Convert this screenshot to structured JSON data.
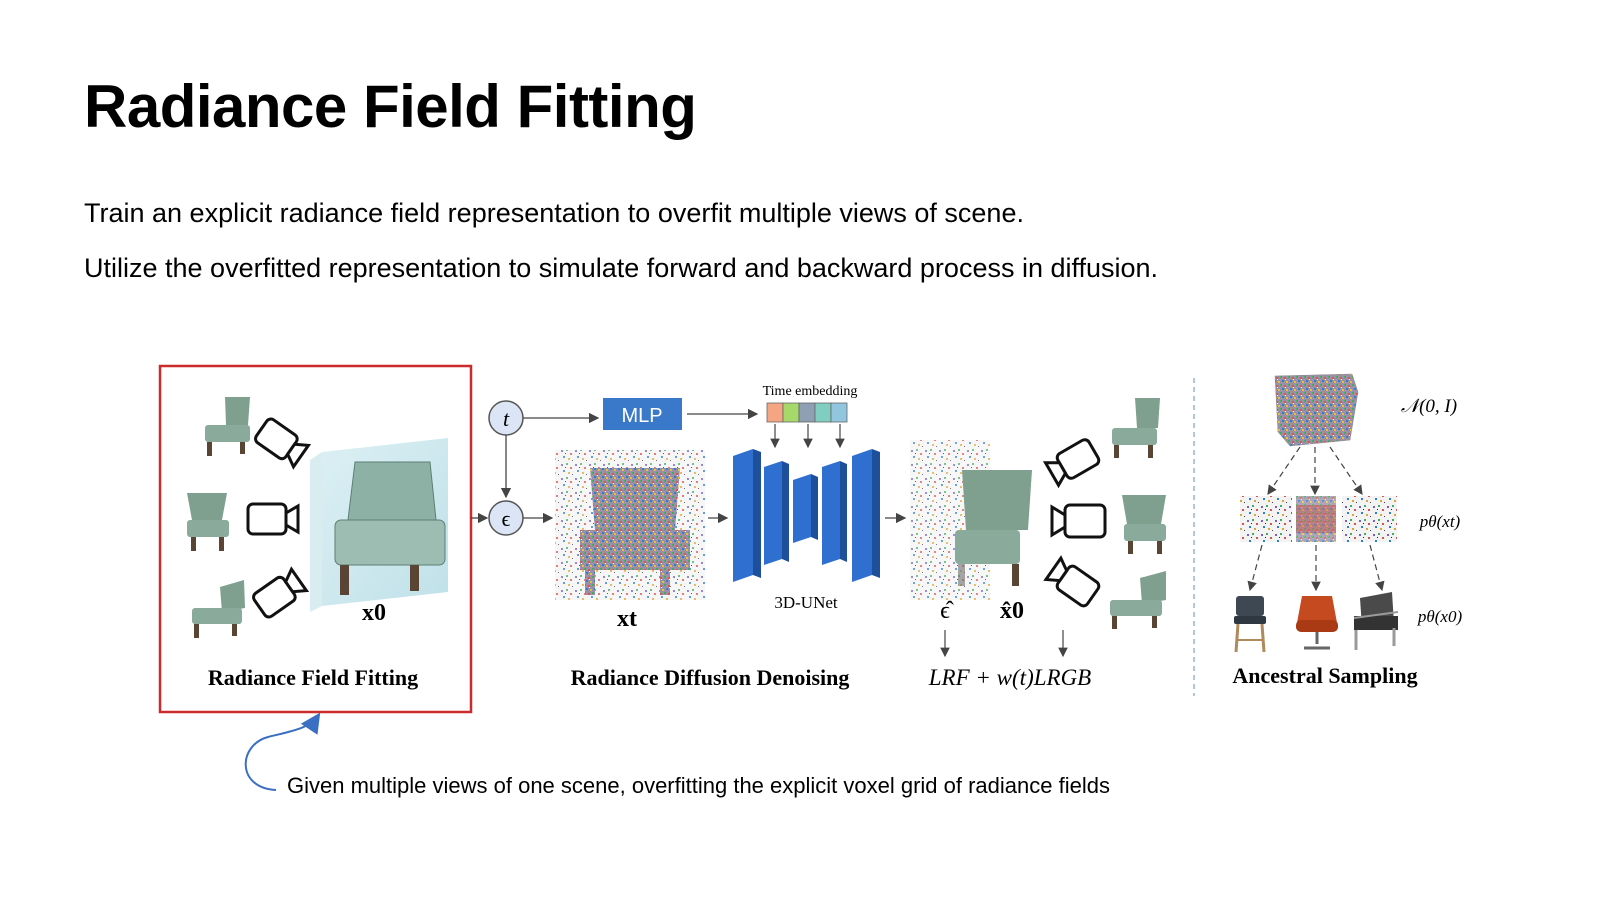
{
  "slide": {
    "title": "Radiance Field Fitting",
    "bullets": [
      "Train an explicit radiance field representation to overfit multiple views of scene.",
      "Utilize the overfitted representation to simulate forward and backward process in diffusion."
    ],
    "caption": "Given multiple views of one scene, overfitting the explicit voxel grid of radiance fields"
  },
  "figure": {
    "panel_fitting_label": "Radiance Field Fitting",
    "panel_denoising_label": "Radiance Diffusion Denoising",
    "panel_sampling_label": "Ancestral Sampling",
    "x0_label": "x0",
    "xt_label": "xt",
    "t_symbol": "t",
    "eps_symbol": "ϵ",
    "mlp_label": "MLP",
    "time_embedding_label": "Time embedding",
    "unet_label": "3D-UNet",
    "eps_hat_label": "ϵ̂",
    "x0_hat_label": "x̂0",
    "loss_label": "LRF + w(t)LRGB",
    "normal_label": "𝒩(0, I)",
    "p_xt_label": "pθ(xt)",
    "p_x0_label": "pθ(x0)",
    "colors": {
      "highlight_box": "#cc2b2b",
      "mlp_blue": "#3a78c9",
      "unet_blue": "#2e6fd0",
      "chair_green": "#7fa08f",
      "embedding": [
        "#f4a582",
        "#a6d96a",
        "#8fa0b5",
        "#80cdc1",
        "#92c5de"
      ]
    }
  }
}
